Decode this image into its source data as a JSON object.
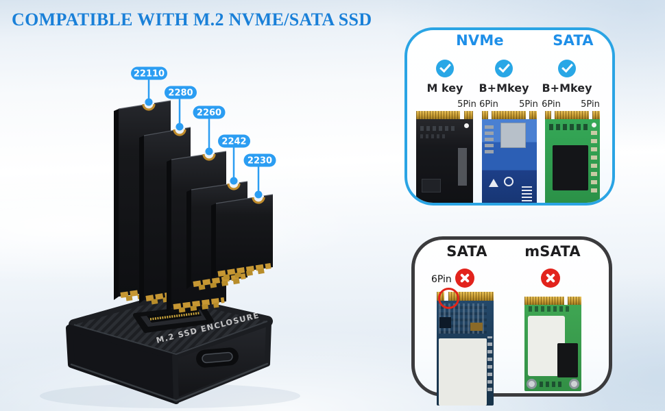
{
  "title": "COMPATIBLE WITH M.2 NVME/SATA SSD",
  "colors": {
    "accent_blue": "#1a80d8",
    "pill_blue": "#2b9df2",
    "check_blue": "#29a7e6",
    "panel_border_blue": "#2aa4e4",
    "panel_border_dark": "#3b3b3d",
    "cross_red": "#e2231c",
    "connector_gold": "#c79b33"
  },
  "ssd_stack": {
    "dock_label": "M.2 SSD ENCLOSURE",
    "sizes": [
      "22110",
      "2280",
      "2260",
      "2242",
      "2230"
    ]
  },
  "compat_panel": {
    "headers": [
      "NVMe",
      "SATA"
    ],
    "key_labels": [
      "M key",
      "B+Mkey",
      "B+Mkey"
    ],
    "pin_labels": [
      "5Pin",
      "6Pin",
      "5Pin",
      "6Pin",
      "5Pin"
    ],
    "statuses": [
      "compatible",
      "compatible",
      "compatible"
    ]
  },
  "incompat_panel": {
    "headers": [
      "SATA",
      "mSATA"
    ],
    "pin_note": "6Pin",
    "statuses": [
      "incompatible",
      "incompatible"
    ]
  }
}
